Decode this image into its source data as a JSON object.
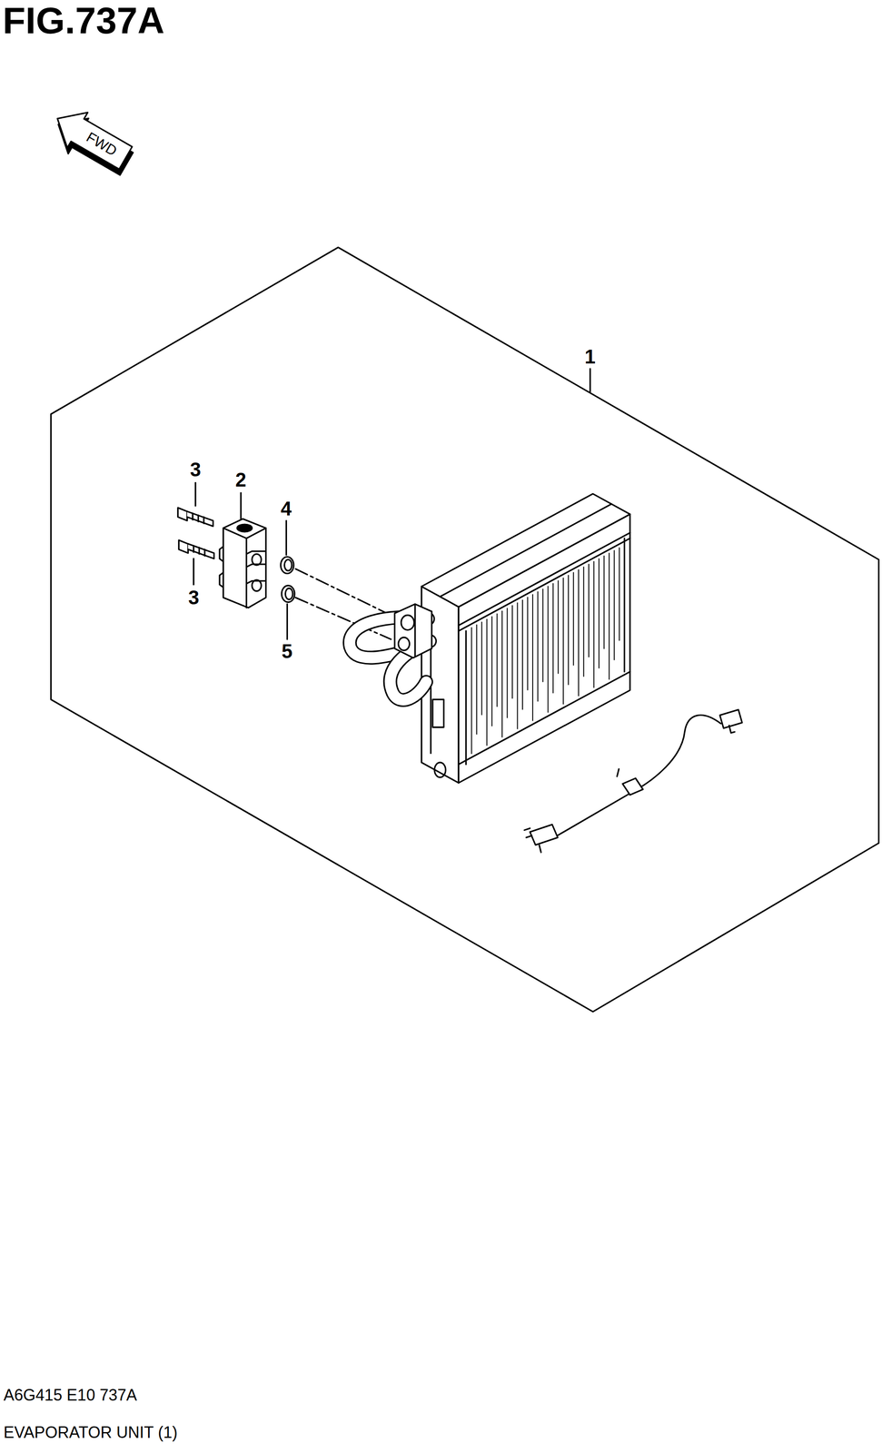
{
  "diagram": {
    "title": "FIG.737A",
    "caption": "EVAPORATOR UNIT (1)",
    "labels": [
      "FWD",
      "1",
      "3",
      "2",
      "4",
      "3",
      "5",
      "A6G415 E10 737A"
    ]
  }
}
